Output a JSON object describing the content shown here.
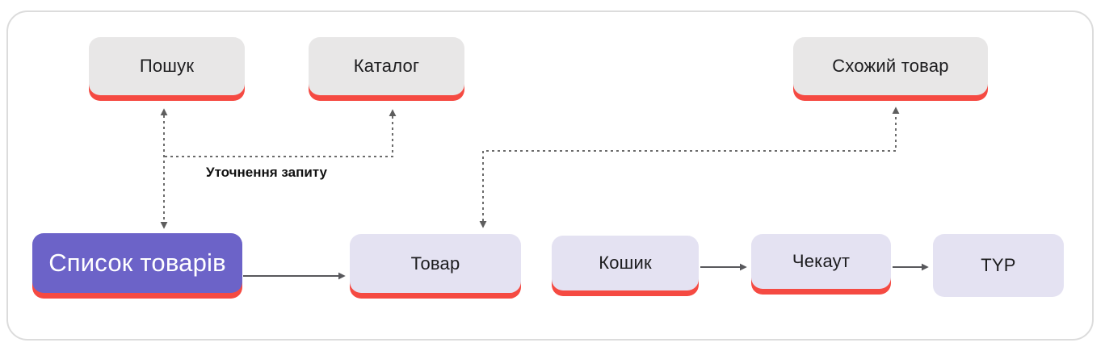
{
  "diagram": {
    "title_note": "",
    "edge_label": "Уточнення запиту",
    "nodes": {
      "search": {
        "label": "Пошук",
        "style": "gray",
        "red_underline": true
      },
      "catalog": {
        "label": "Каталог",
        "style": "gray",
        "red_underline": true
      },
      "similar_product": {
        "label": "Схожий товар",
        "style": "gray",
        "red_underline": true
      },
      "product_list": {
        "label": "Список товарів",
        "style": "purple",
        "red_underline": true
      },
      "product": {
        "label": "Товар",
        "style": "lavender",
        "red_underline": true
      },
      "cart": {
        "label": "Кошик",
        "style": "lavender",
        "red_underline": true
      },
      "checkout": {
        "label": "Чекаут",
        "style": "lavender",
        "red_underline": true
      },
      "typ": {
        "label": "TYP",
        "style": "lavender",
        "red_underline": false
      }
    },
    "edges": [
      {
        "from": "product_list",
        "to": "search",
        "style": "dashed",
        "bidirectional": true,
        "label": "Уточнення запиту"
      },
      {
        "from": "product_list",
        "to": "catalog",
        "style": "dashed",
        "bidirectional": false,
        "label": ""
      },
      {
        "from": "product",
        "to": "similar_product",
        "style": "dashed",
        "bidirectional": true,
        "label": ""
      },
      {
        "from": "product_list",
        "to": "product",
        "style": "solid",
        "bidirectional": false,
        "label": ""
      },
      {
        "from": "cart",
        "to": "checkout",
        "style": "solid",
        "bidirectional": false,
        "label": ""
      },
      {
        "from": "checkout",
        "to": "typ",
        "style": "solid",
        "bidirectional": false,
        "label": ""
      }
    ],
    "colors": {
      "node_gray": "#e8e7e7",
      "node_lavender": "#e4e2f2",
      "node_purple": "#6c63c8",
      "underline_red": "#f54a42",
      "arrow_solid": "#58585c",
      "arrow_dashed": "#6b6b6b",
      "panel_border": "#dcdcdc",
      "text_dark": "#1c1c1e",
      "text_light": "#ffffff"
    }
  }
}
